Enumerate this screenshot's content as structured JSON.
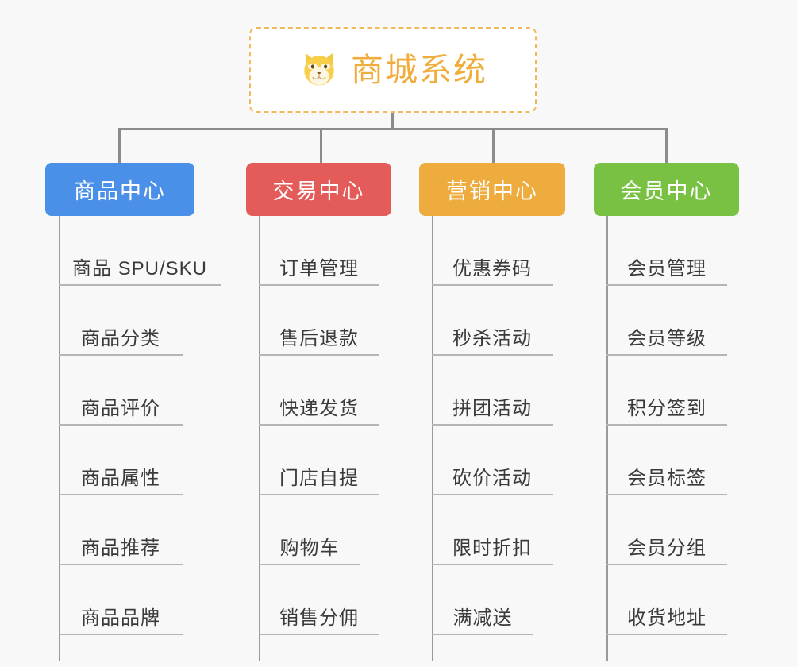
{
  "background_color": "#f8f8f8",
  "root": {
    "title": "商城系统",
    "icon": "shiba-dog-face-icon",
    "text_color": "#f0ad3c",
    "border_color": "#f0b95a",
    "background_color": "#ffffff"
  },
  "connector_color": "#8c8c8c",
  "leaf_text_color": "#3a3a3a",
  "leaf_underline_color": "#b5b5b5",
  "columns": [
    {
      "id": "product-center",
      "label": "商品中心",
      "color": "#4a90e8",
      "items": [
        "商品 SPU/SKU",
        "商品分类",
        "商品评价",
        "商品属性",
        "商品推荐",
        "商品品牌"
      ]
    },
    {
      "id": "trade-center",
      "label": "交易中心",
      "color": "#e45c59",
      "items": [
        "订单管理",
        "售后退款",
        "快递发货",
        "门店自提",
        "购物车",
        "销售分佣"
      ]
    },
    {
      "id": "marketing-center",
      "label": "营销中心",
      "color": "#eeab3e",
      "items": [
        "优惠券码",
        "秒杀活动",
        "拼团活动",
        "砍价活动",
        "限时折扣",
        "满减送"
      ]
    },
    {
      "id": "member-center",
      "label": "会员中心",
      "color": "#79c143",
      "items": [
        "会员管理",
        "会员等级",
        "积分签到",
        "会员标签",
        "会员分组",
        "收货地址"
      ]
    }
  ]
}
